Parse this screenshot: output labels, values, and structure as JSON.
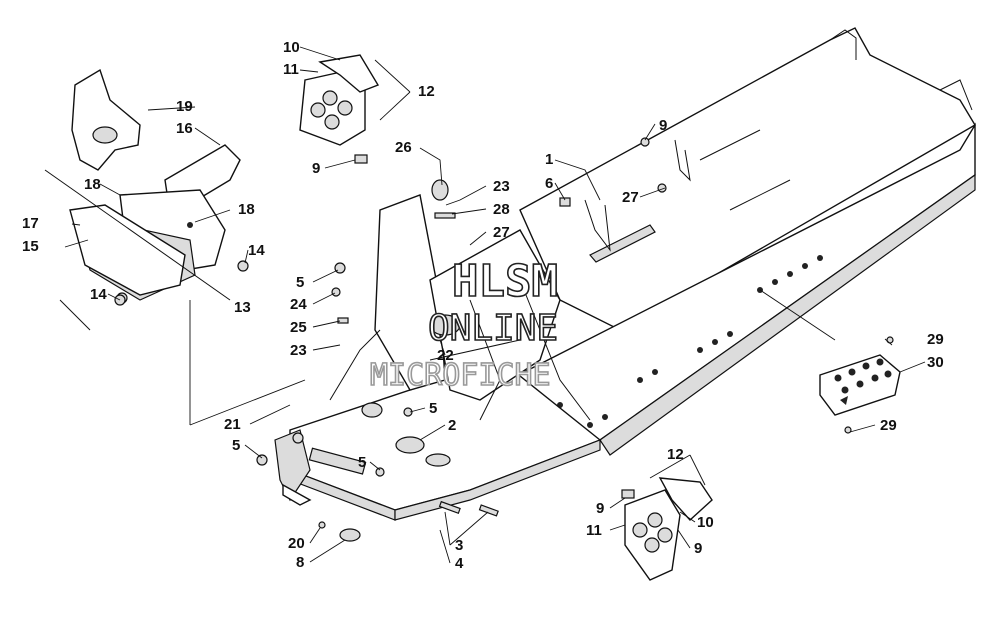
{
  "diagram": {
    "callouts": {
      "c1": "1",
      "c2": "2",
      "c3": "3",
      "c4": "4",
      "c5a": "5",
      "c5b": "5",
      "c5c": "5",
      "c5d": "5",
      "c6": "6",
      "c8": "8",
      "c9a": "9",
      "c9b": "9",
      "c9c": "9",
      "c9d": "9",
      "c10a": "10",
      "c10b": "10",
      "c11a": "11",
      "c11b": "11",
      "c12a": "12",
      "c12b": "12",
      "c13": "13",
      "c14a": "14",
      "c14b": "14",
      "c15": "15",
      "c16": "16",
      "c17": "17",
      "c18a": "18",
      "c18b": "18",
      "c19": "19",
      "c20": "20",
      "c21": "21",
      "c22": "22",
      "c23a": "23",
      "c23b": "23",
      "c24": "24",
      "c25": "25",
      "c26": "26",
      "c27a": "27",
      "c27b": "27",
      "c28": "28",
      "c29a": "29",
      "c29b": "29",
      "c30": "30"
    },
    "watermark": {
      "line1": "HLSM",
      "line2": "ONLINE",
      "line3": "MICROFICHE"
    }
  }
}
